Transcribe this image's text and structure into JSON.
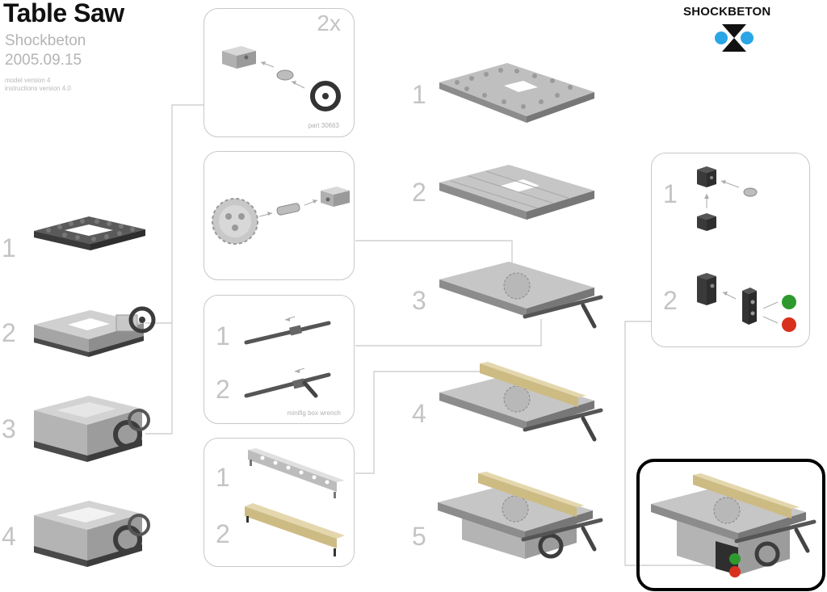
{
  "header": {
    "title": "Table Saw",
    "author": "Shockbeton",
    "date": "2005.09.15",
    "model_version": "model version 4",
    "instructions_version": "instructions version 4.0"
  },
  "brand": {
    "name": "SHOCKBETON",
    "logo_colors": {
      "blue": "#2aa6e6",
      "black": "#111111"
    }
  },
  "colors": {
    "panel_border": "#c8c8c8",
    "step_number": "#c4c4c4",
    "brick_light": "#d2d2d2",
    "brick_mid": "#a9a9a9",
    "brick_dark": "#4a4a4a",
    "tan": "#d9c99a",
    "green": "#2e9a2e",
    "red": "#d8301c"
  },
  "left_column": {
    "steps": [
      {
        "number": "1"
      },
      {
        "number": "2"
      },
      {
        "number": "3"
      },
      {
        "number": "4"
      }
    ]
  },
  "sub_panels": {
    "wheel": {
      "count": "2x",
      "caption": "part 30663"
    },
    "gear": {},
    "axle": {
      "steps": [
        "1",
        "2"
      ],
      "caption": "minifig box wrench"
    },
    "fence": {
      "steps": [
        "1",
        "2"
      ]
    }
  },
  "middle_column": {
    "steps": [
      {
        "number": "1"
      },
      {
        "number": "2"
      },
      {
        "number": "3"
      },
      {
        "number": "4"
      },
      {
        "number": "5"
      }
    ]
  },
  "right_panel": {
    "steps": [
      "1",
      "2"
    ]
  }
}
